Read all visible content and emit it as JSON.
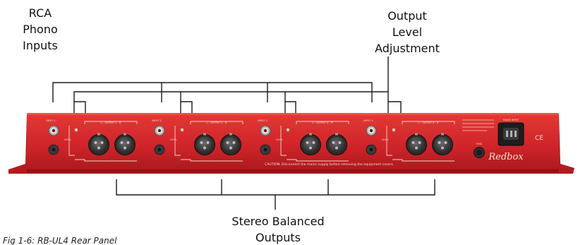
{
  "callouts": {
    "rca_inputs": [
      "RCA",
      "Phono",
      "Inputs"
    ],
    "output_level": [
      "Output",
      "Level",
      "Adjustment"
    ],
    "stereo_outputs": [
      "Stereo Balanced",
      "Outputs"
    ]
  },
  "caption": "Fig 1-6: RB-UL4 Rear Panel",
  "panel": {
    "input_labels": [
      "INPUT 1",
      "INPUT 2",
      "INPUT 3",
      "INPUT 4"
    ],
    "output_labels": [
      "L – OUTPUT 1 – R",
      "L – OUTPUT 2 – R",
      "L – OUTPUT 3 – R",
      "L – OUTPUT 4 – R"
    ],
    "level_label": "LEVEL",
    "fuse_label": "FUSE",
    "caution": "CAUTION: Disconnect the mains supply before removing the equipment covers",
    "brand": "Redbox",
    "mains_label": "MAINS INPUT",
    "ce_mark": "CE",
    "colors": {
      "panel_red": "#d5262a",
      "panel_dark": "#a31a1e",
      "connector": "#3d3d3d"
    }
  }
}
